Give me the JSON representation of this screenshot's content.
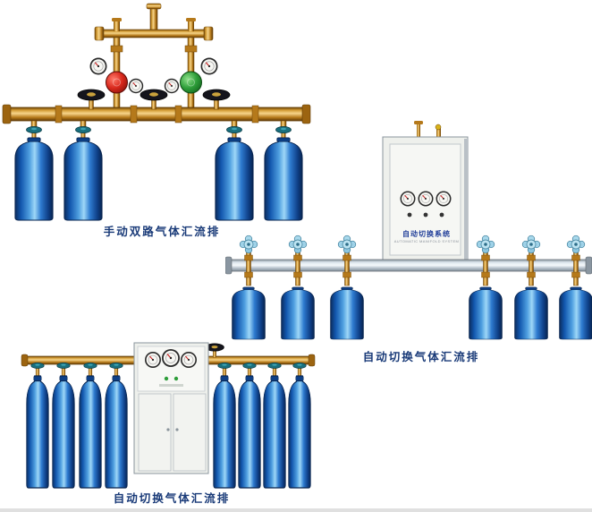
{
  "page": {
    "background_color": "#ffffff",
    "footer_strip_color": "#e0e0e0"
  },
  "products": [
    {
      "id": "manual-dual-manifold",
      "caption": "手动双路气体汇流排",
      "cylinders": 4,
      "regulator_colors": [
        "#d8281c",
        "#2e9e3a"
      ]
    },
    {
      "id": "auto-switch-manifold",
      "caption": "自动切换气体汇流排",
      "cylinders": 6,
      "cabinet_label": "自动切换系统",
      "cabinet_sublabel": "AUTOMATIC MANIFOLD SYSTEM"
    },
    {
      "id": "auto-switch-manifold-with-cabinet",
      "caption": "自动切换气体汇流排",
      "cylinders": 8
    }
  ],
  "palette": {
    "caption_color": "#193a78",
    "cylinder_blue": "#1e6fd0",
    "brass": "#d29a33",
    "silver_rail": "#dfe7ee",
    "cabinet": "#eef0ec"
  }
}
